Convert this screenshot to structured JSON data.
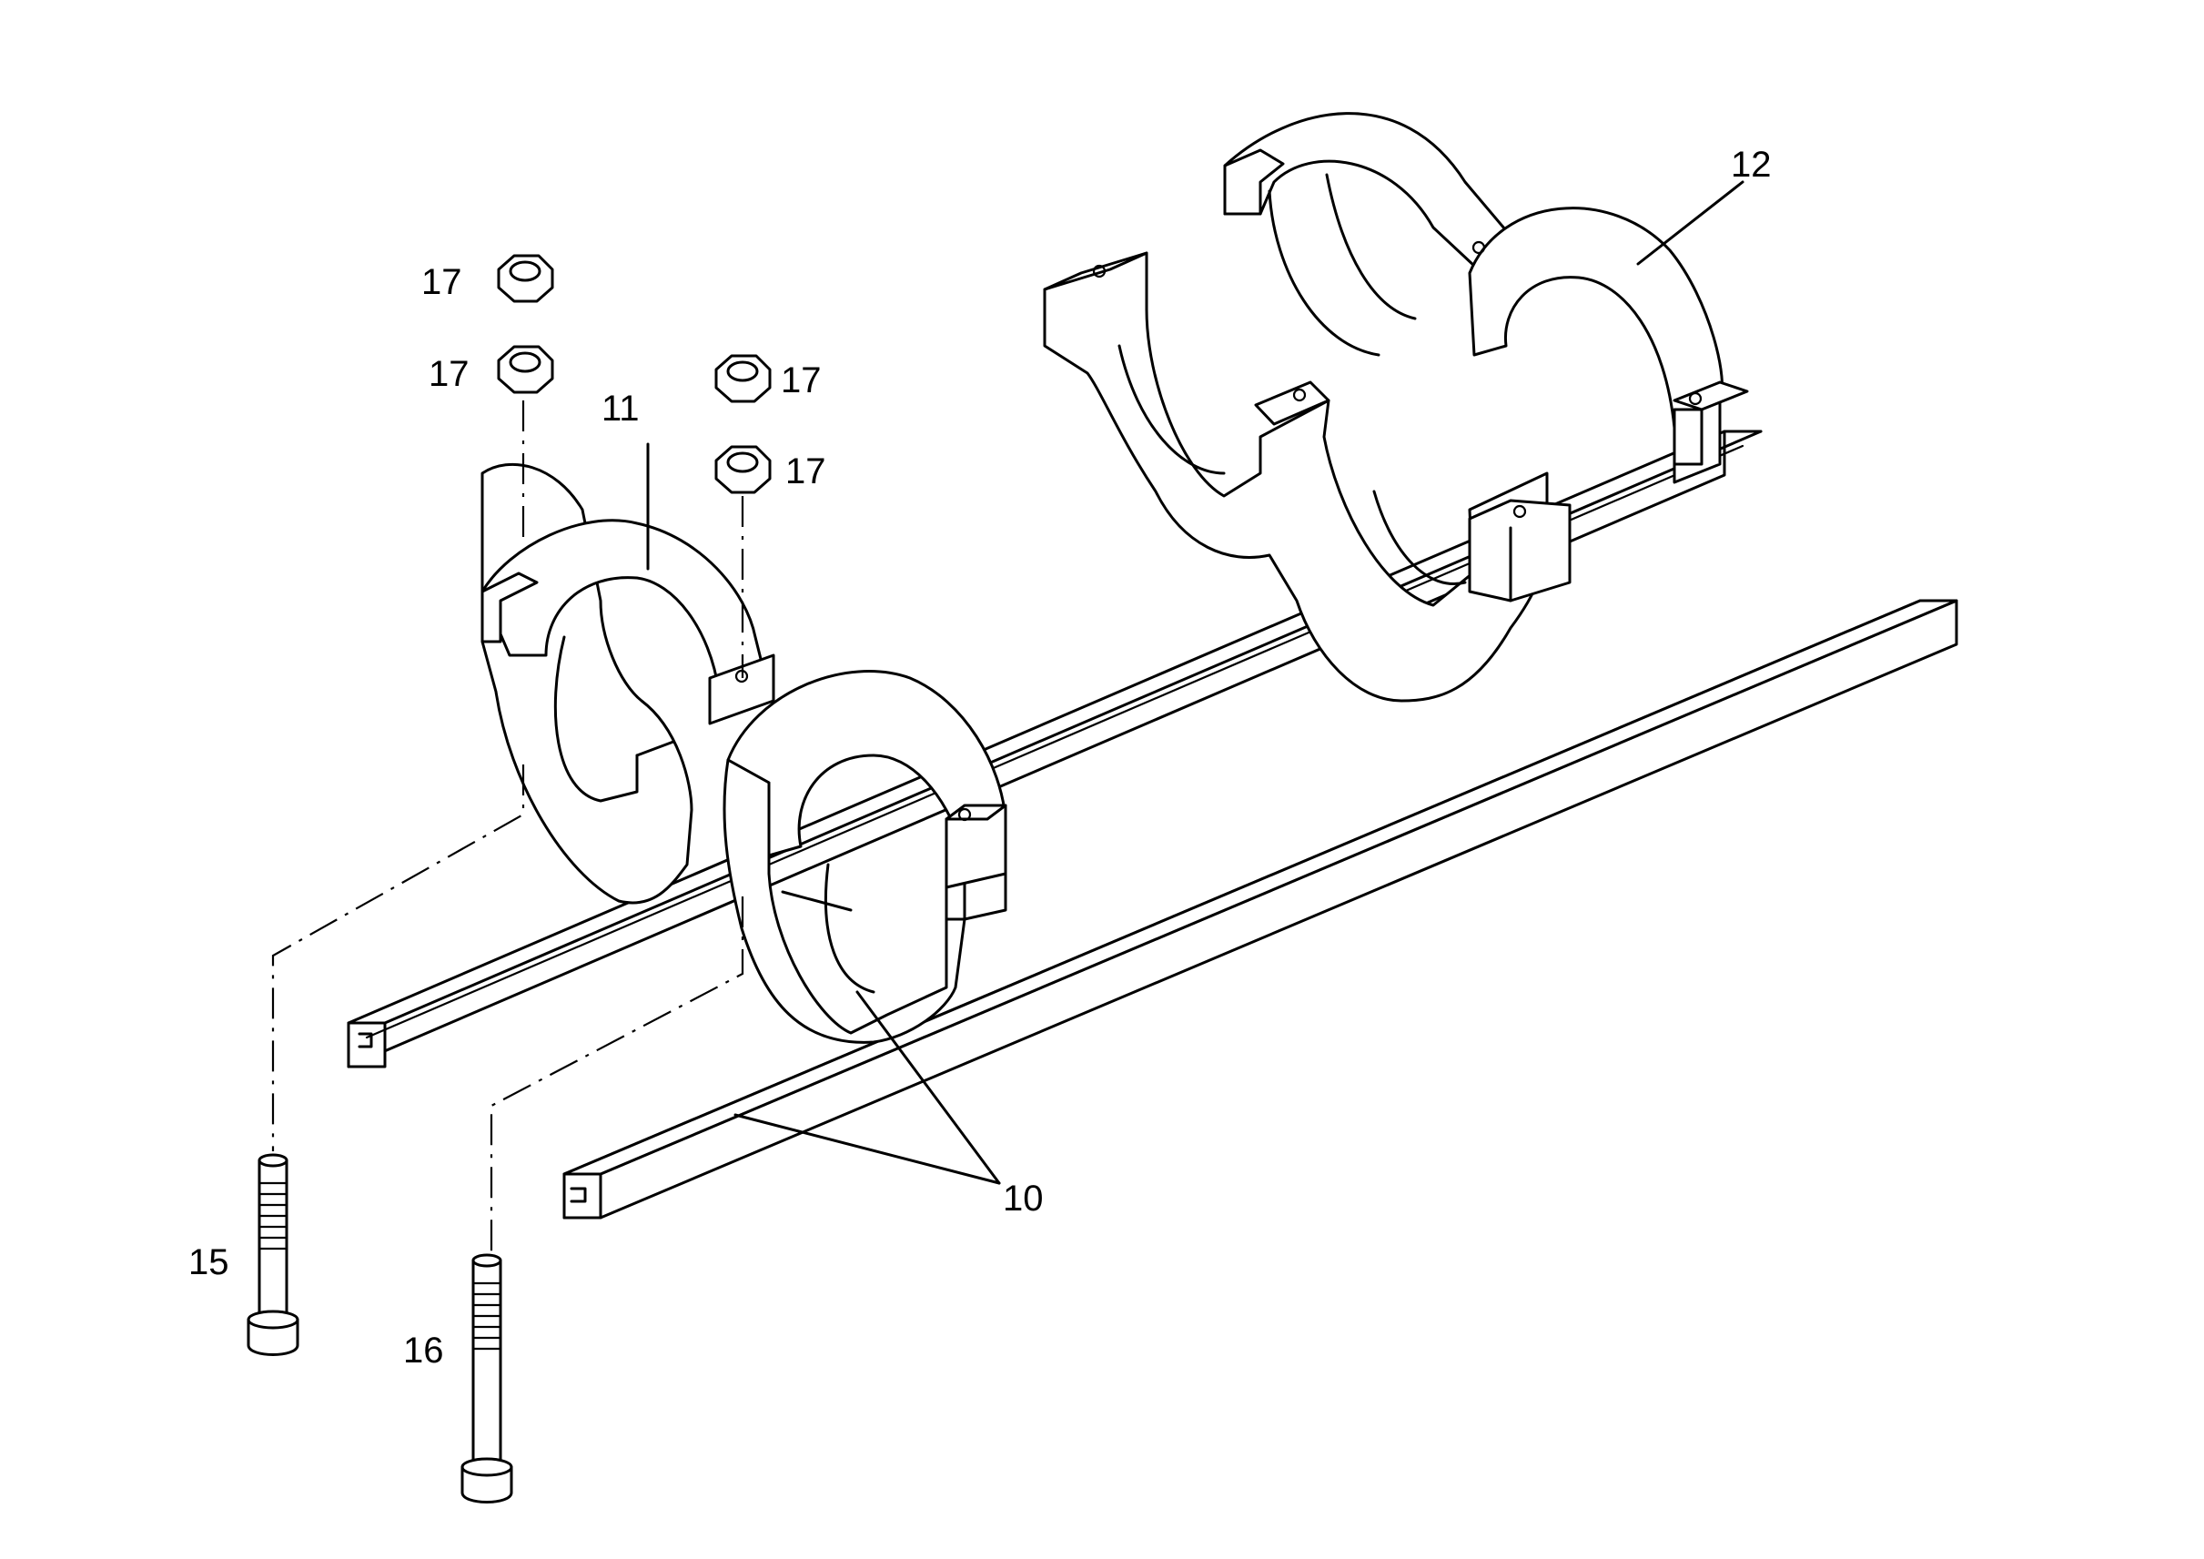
{
  "diagram": {
    "labels": {
      "rails": "10",
      "front_clamp": "11",
      "rear_clamp": "12",
      "screw_short": "15",
      "screw_long": "16",
      "nut_1": "17",
      "nut_2": "17",
      "nut_3": "17",
      "nut_4": "17"
    },
    "colors": {
      "ink": "#000000",
      "paper": "#ffffff"
    }
  }
}
